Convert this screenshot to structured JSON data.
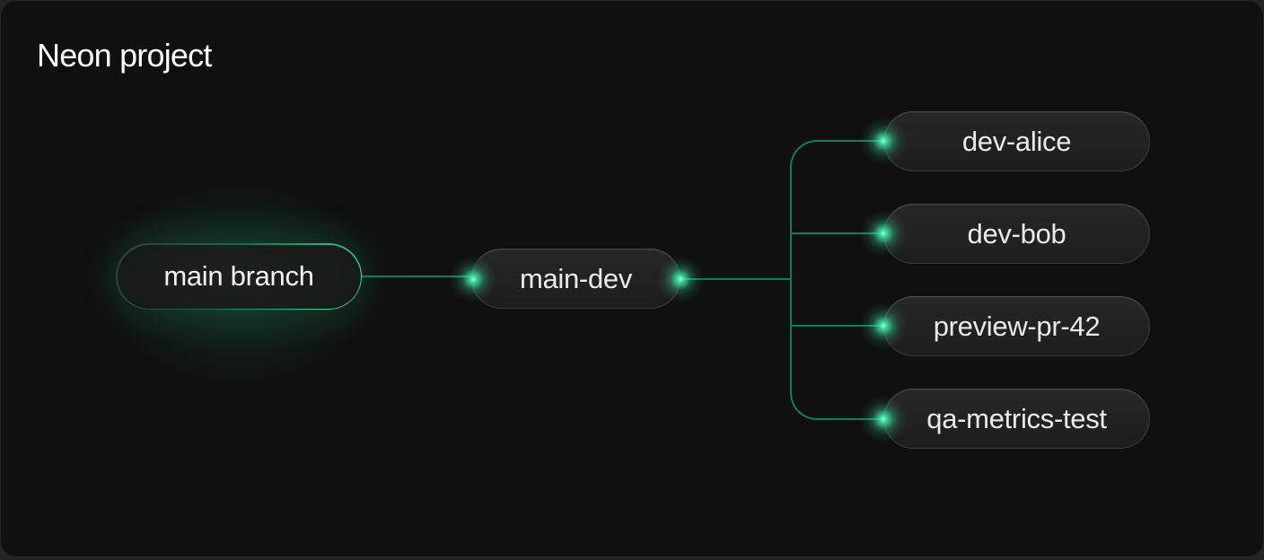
{
  "panel": {
    "title": "Neon project"
  },
  "tree": {
    "root": {
      "label": "main branch"
    },
    "trunk_child": {
      "label": "main-dev"
    },
    "leaves": [
      {
        "label": "dev-alice"
      },
      {
        "label": "dev-bob"
      },
      {
        "label": "preview-pr-42"
      },
      {
        "label": "qa-metrics-test"
      }
    ]
  },
  "colors": {
    "accent_green": "#2fe0a0",
    "connector_green": "#0f7d54",
    "glow_green": "#3eeaa7",
    "node_border_gray": "#3b3b3b",
    "panel_background": "#0f100f"
  }
}
